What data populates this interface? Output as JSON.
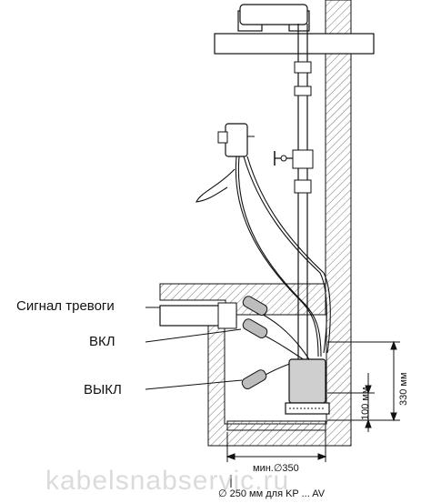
{
  "labels": {
    "alarm": "Сигнал тревоги",
    "on": "ВКЛ",
    "off": "ВЫКЛ",
    "min_diameter": "мин.∅350",
    "pump_diameter": "∅ 250 мм для KP ... AV",
    "dim_330": "330 мм",
    "dim_100": "100 мм"
  },
  "watermark": "kabelsnabservic.ru",
  "colors": {
    "line": "#111111",
    "hatch": "#777777",
    "pump": "#cfcfcf"
  }
}
